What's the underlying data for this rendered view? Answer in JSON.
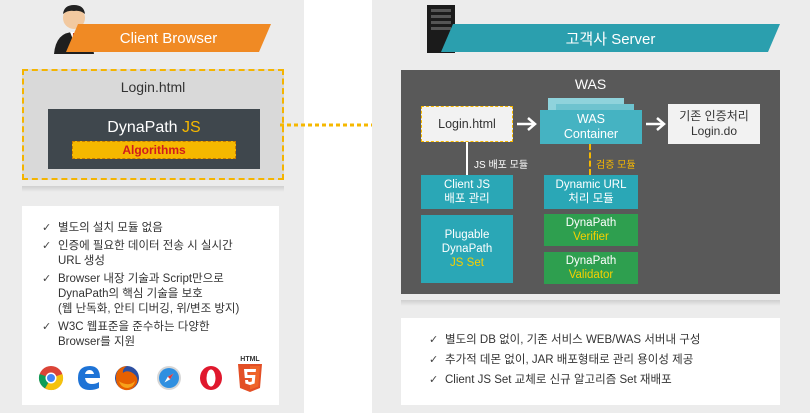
{
  "left": {
    "banner_title": "Client Browser",
    "card_title": "Login.html",
    "dynapath": "DynaPath",
    "js": "JS",
    "algorithms": "Algorithms",
    "bullets": [
      "별도의 설치 모듈 없음",
      "인증에 필요한 데이터 전송 시 실시간\nURL 생성",
      "Browser 내장 기술과 Script만으로\nDynaPath의 핵심 기술을 보호\n(웹 난독화, 안티 디버깅, 위/변조 방지)",
      "W3C 웹표준을 준수하는 다양한\nBrowser를 지원"
    ],
    "browser_icons": [
      "chrome-icon",
      "edge-icon",
      "firefox-icon",
      "safari-icon",
      "opera-icon",
      "html5-icon"
    ],
    "html5_label": "HTML"
  },
  "right": {
    "banner_title": "고객사 Server",
    "was_title": "WAS",
    "login_html": "Login.html",
    "was_container": "WAS\nContainer",
    "legacy_auth": "기존 인증처리\nLogin.do",
    "js_module_label": "JS 배포 모듈",
    "verify_module_label": "검증 모듈",
    "client_js": "Client JS\n배포 관리",
    "plugable_1": "Plugable\nDynaPath",
    "plugable_2": "JS Set",
    "dynamic_url": "Dynamic URL\n처리 모듈",
    "verifier_1": "DynaPath",
    "verifier_2": "Verifier",
    "validator_1": "DynaPath",
    "validator_2": "Validator",
    "bullets": [
      "별도의 DB 없이, 기존 서비스 WEB/WAS 서버내 구성",
      "추가적 데몬 없이, JAR 배포형태로 관리 용이성 제공",
      "Client JS Set 교체로 신규 알고리즘 Set 재배포"
    ]
  },
  "colors": {
    "orange": "#f08a24",
    "teal": "#2b9fae",
    "dark": "#3f474d",
    "yellow": "#f6b800",
    "green": "#2e9f4f",
    "was_grey": "#595959"
  }
}
